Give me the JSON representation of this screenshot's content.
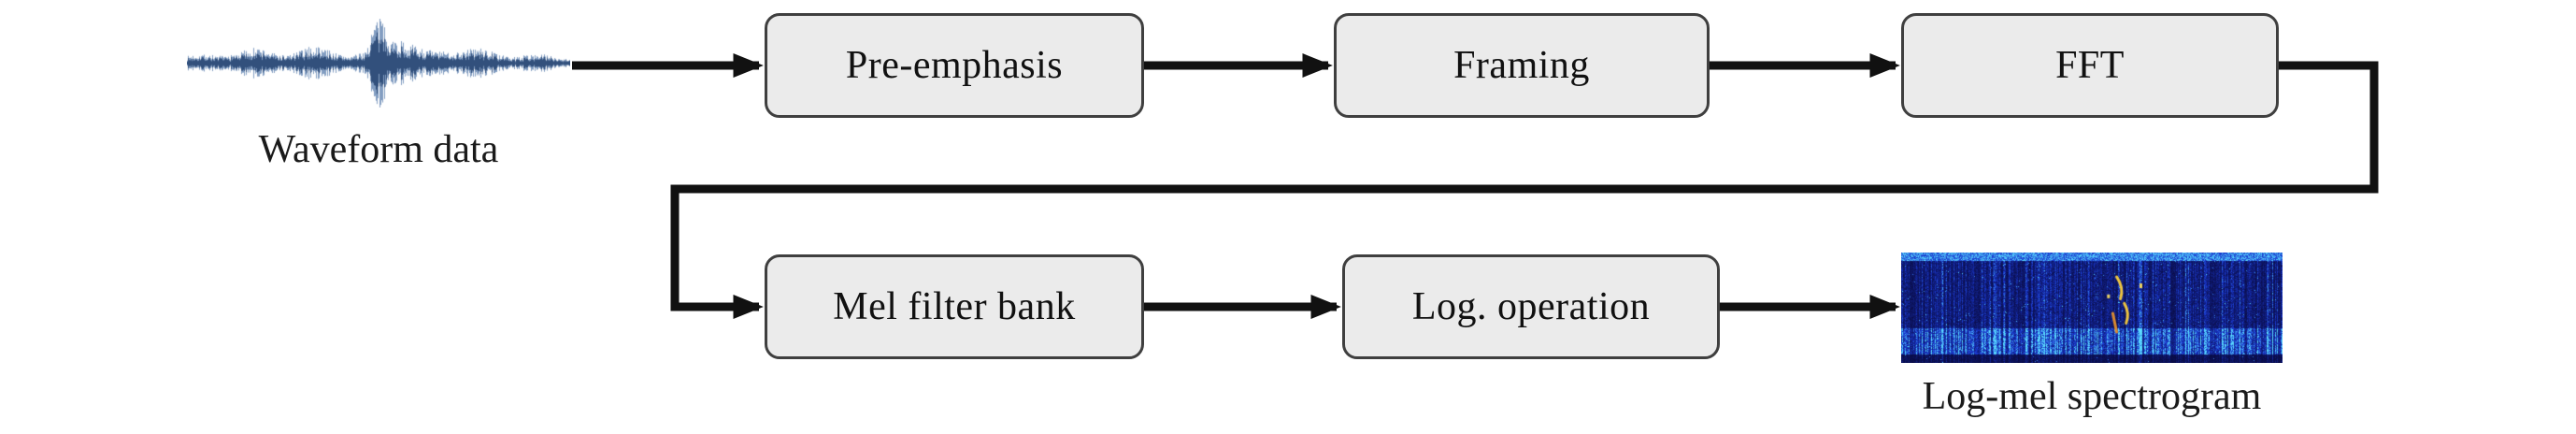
{
  "diagram": {
    "diagram_type": "flowchart",
    "nodes": [
      {
        "id": "pre-emphasis",
        "label": "Pre-emphasis"
      },
      {
        "id": "framing",
        "label": "Framing"
      },
      {
        "id": "fft",
        "label": "FFT"
      },
      {
        "id": "mel-filter-bank",
        "label": "Mel filter bank"
      },
      {
        "id": "log-operation",
        "label": "Log. operation"
      }
    ],
    "labels": {
      "waveform": "Waveform data",
      "spectrogram": "Log-mel spectrogram"
    },
    "flow": [
      "Waveform data",
      "Pre-emphasis",
      "Framing",
      "FFT",
      "Mel filter bank",
      "Log. operation",
      "Log-mel spectrogram"
    ],
    "colors": {
      "box_fill": "#ebebeb",
      "box_border": "#3f3f3f",
      "arrow": "#111111",
      "waveform_blue": "#4a6f9f",
      "spectrogram_base": "#0a1160"
    }
  }
}
